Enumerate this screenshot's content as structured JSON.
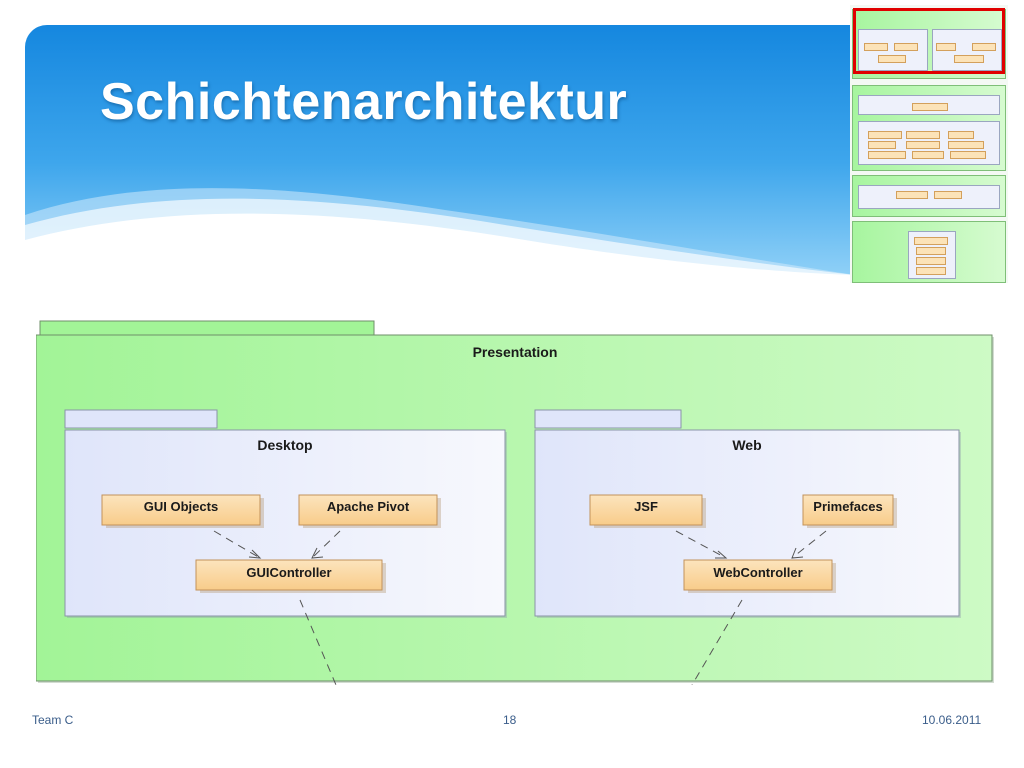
{
  "slide": {
    "title": "Schichtenarchitektur",
    "footer_left": "Team C",
    "page_number": "18",
    "date": "10.06.2011"
  },
  "diagram": {
    "outer_package": "Presentation",
    "packages": [
      {
        "name": "Desktop",
        "components": [
          "GUI Objects",
          "Apache Pivot"
        ],
        "controller": "GUIController"
      },
      {
        "name": "Web",
        "components": [
          "JSF",
          "Primefaces"
        ],
        "controller": "WebController"
      }
    ]
  },
  "colors": {
    "header_blue": "#1e8fe0",
    "package_green": "#a4f59a",
    "subpackage_blue": "#e6ebfa",
    "component_orange": "#fbd9a5",
    "highlight_red": "#e00000",
    "footer_text": "#3a5d8a"
  }
}
